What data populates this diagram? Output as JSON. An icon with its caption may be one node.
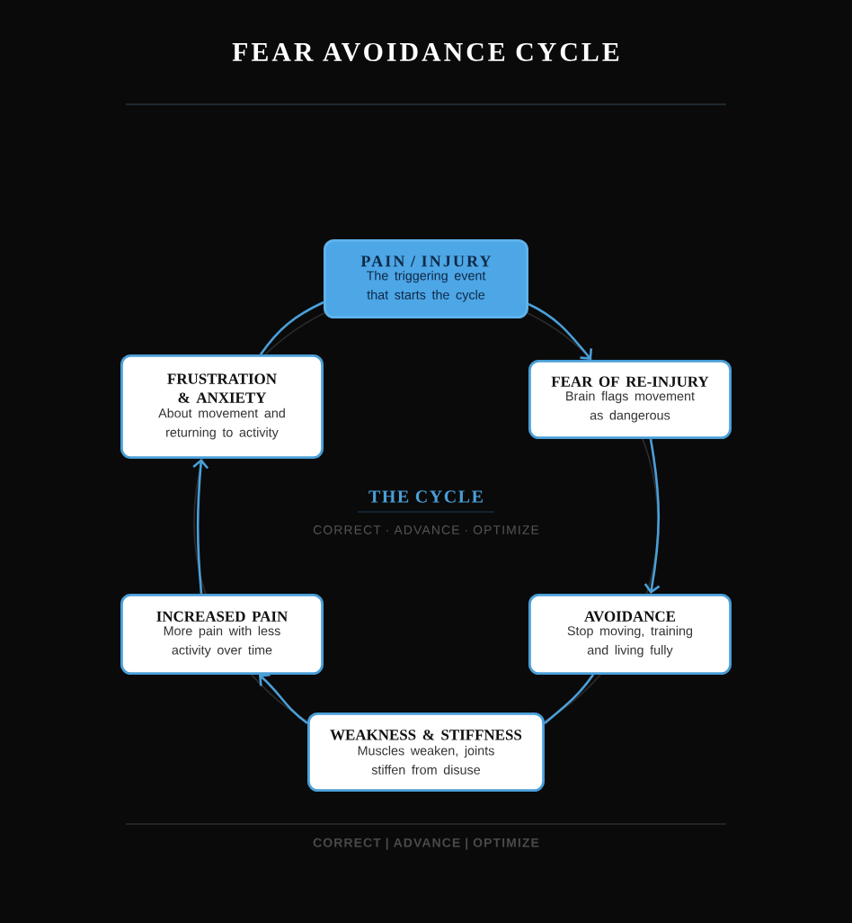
{
  "diagram": {
    "title": "FEAR AVOIDANCE CYCLE",
    "nodes": [
      {
        "text": [
          "PAIN / INJURY",
          "The triggering event that starts the cycle"
        ]
      },
      {
        "text": [
          "FEAR OF RE-INJURY",
          "Brain flags movement as dangerous"
        ]
      },
      {
        "text": [
          "AVOIDANCE",
          "Stop moving, training and living fully"
        ]
      },
      {
        "text": [
          "WEAKNESS & STIFFNESS",
          "Muscles weaken, joints stiffen from disuse"
        ]
      },
      {
        "text": [
          "INCREASED PAIN",
          "More pain with less activity over time"
        ]
      },
      {
        "text": [
          "FRUSTRATION & ANXIETY",
          "About movement and returning to activity"
        ]
      }
    ],
    "edges": [
      {
        "from": 0,
        "to": 1,
        "arrow": "to"
      },
      {
        "from": 1,
        "to": 2,
        "arrow": "to"
      },
      {
        "from": 2,
        "to": 3,
        "arrow": "none"
      },
      {
        "from": 3,
        "to": 4,
        "arrow": "to"
      },
      {
        "from": 4,
        "to": 5,
        "arrow": "to"
      },
      {
        "from": 5,
        "to": 0,
        "arrow": "none"
      }
    ],
    "labels": [
      "THE CYCLE",
      "CORRECT · ADVANCE · OPTIMIZE",
      "CORRECT | ADVANCE | OPTIMIZE"
    ]
  }
}
